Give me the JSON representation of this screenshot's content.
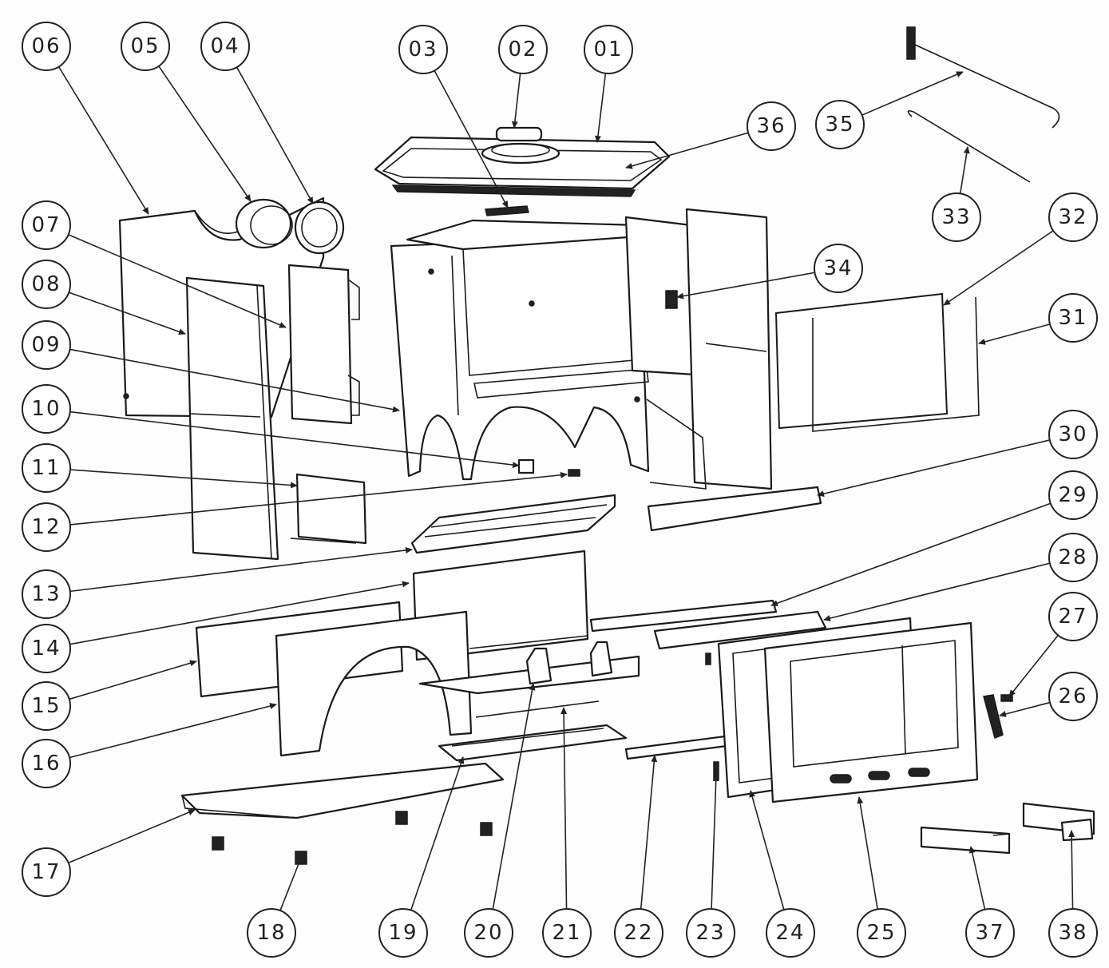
{
  "diagram": {
    "callouts": [
      "01",
      "02",
      "03",
      "04",
      "05",
      "06",
      "07",
      "08",
      "09",
      "10",
      "11",
      "12",
      "13",
      "14",
      "15",
      "16",
      "17",
      "18",
      "19",
      "20",
      "21",
      "22",
      "23",
      "24",
      "25",
      "26",
      "27",
      "28",
      "29",
      "30",
      "31",
      "32",
      "33",
      "34",
      "35",
      "36",
      "37",
      "38"
    ]
  }
}
